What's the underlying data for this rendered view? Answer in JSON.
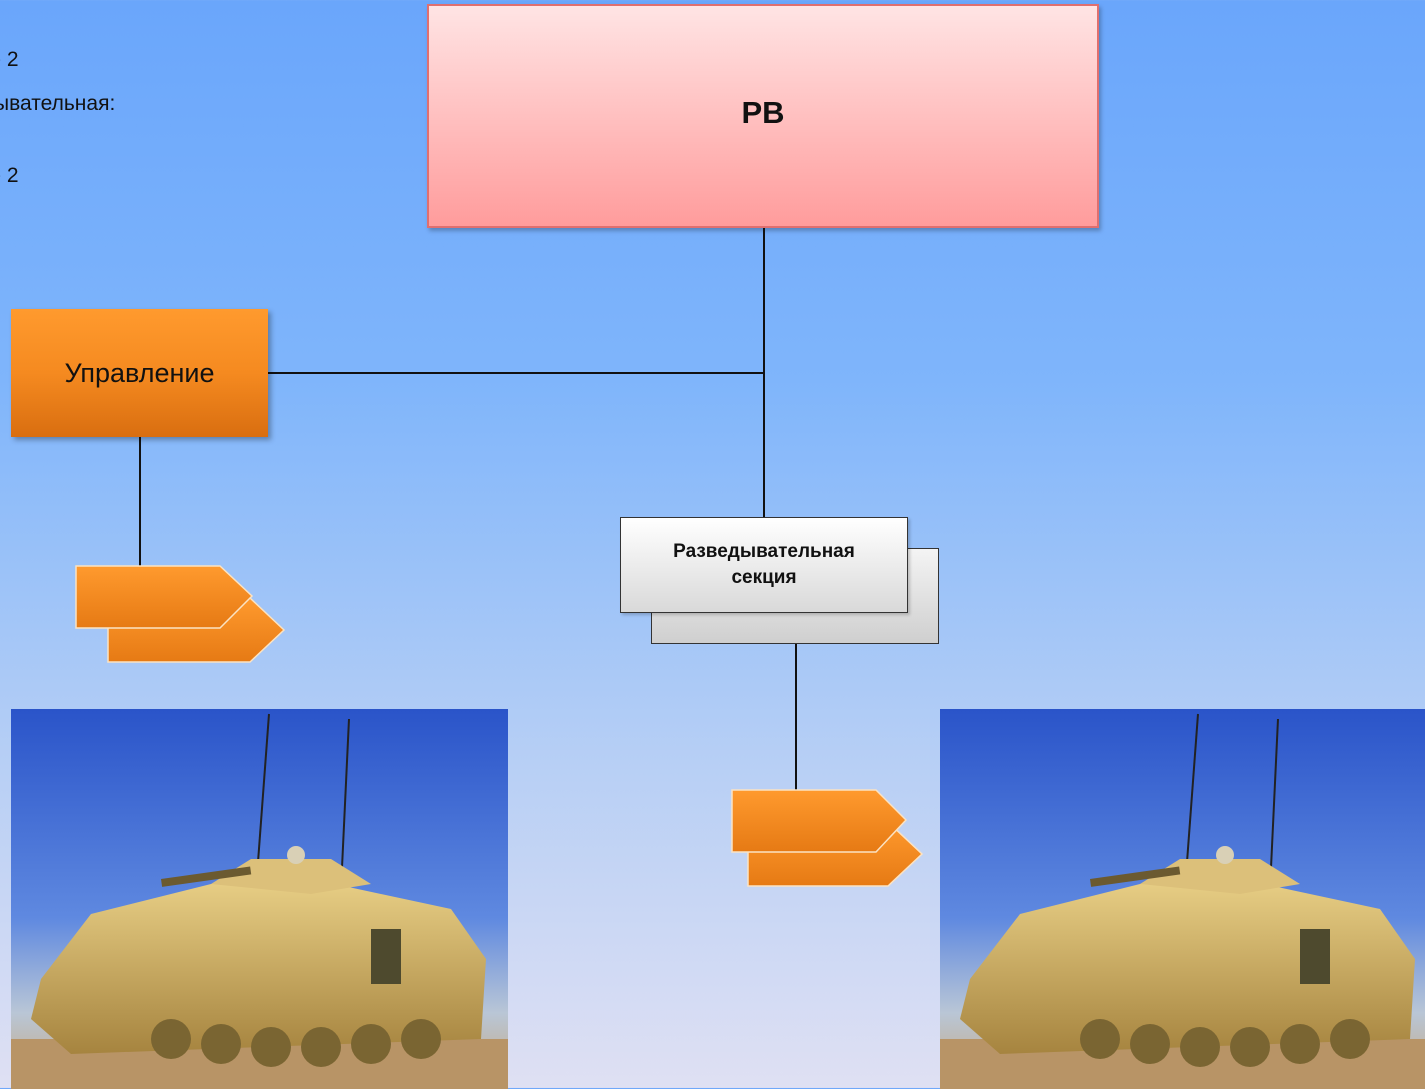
{
  "header_text": {
    "line1": "- 2",
    "line2": "ывательная:",
    "line3": "- 2"
  },
  "diagram": {
    "rv_label": "РВ",
    "control_label": "Управление",
    "recon_section_label_line1": "Разведывательная",
    "recon_section_label_line2": "секция"
  },
  "colors": {
    "rv_fill": "#ffc0c0",
    "rv_border": "#e06f6f",
    "orange": "#f58a20",
    "section_fill": "#e6e6e6",
    "connector": "#111111"
  },
  "images": {
    "left_photo": "armored-vehicle-photo",
    "right_photo": "armored-vehicle-photo"
  }
}
